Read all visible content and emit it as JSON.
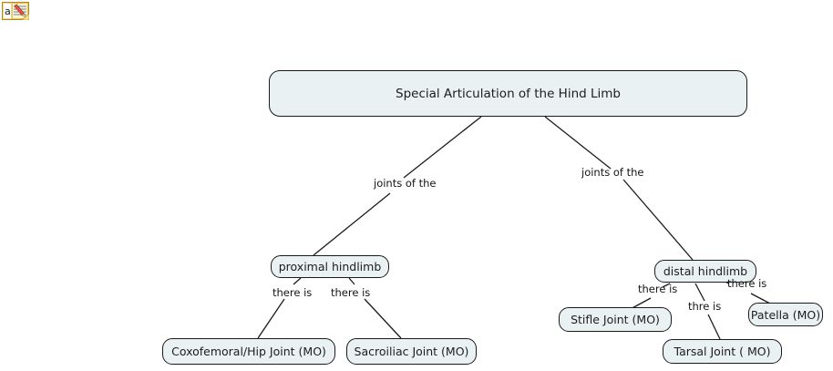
{
  "page": {
    "background_color": "#ffffff",
    "node_fill_color": "#eaf1f3",
    "node_border_color": "#1b1b1b",
    "edge_color": "#1b1b1b",
    "text_color": "#1d1d1d"
  },
  "toolbar": {
    "note_icon_name": "annotation-note-icon",
    "note_icon_letter": "a"
  },
  "nodes": {
    "root": {
      "label": "Special Articulation of the Hind Limb"
    },
    "proximal": {
      "label": "proximal hindlimb"
    },
    "distal": {
      "label": "distal hindlimb"
    },
    "coxofemoral": {
      "label": "Coxofemoral/Hip Joint (MO)"
    },
    "sacroiliac": {
      "label": "Sacroiliac Joint (MO)"
    },
    "stifle": {
      "label": "Stifle Joint (MO)"
    },
    "tarsal": {
      "label": "Tarsal Joint ( MO)"
    },
    "patella": {
      "label": "Patella (MO)"
    }
  },
  "link_labels": {
    "root_to_proximal": "joints of the",
    "root_to_distal": "joints of the",
    "proximal_to_coxofemoral": "there is",
    "proximal_to_sacroiliac": "there is",
    "distal_to_stifle": "there is",
    "distal_to_tarsal": "thre is",
    "distal_to_patella": "there is"
  }
}
